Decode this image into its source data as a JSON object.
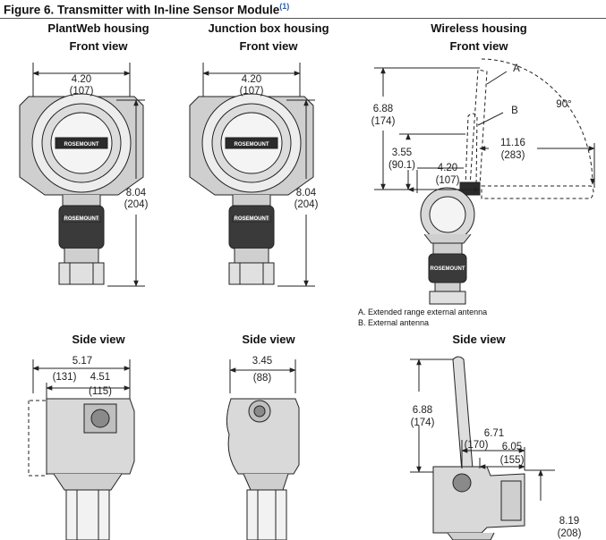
{
  "figure": {
    "title": "Figure 6. Transmitter with In-line Sensor Module",
    "footnote_ref": "(1)"
  },
  "columns": [
    {
      "housing": "PlantWeb housing",
      "front": "Front view",
      "side": "Side view"
    },
    {
      "housing": "Junction box housing",
      "front": "Front view",
      "side": "Side view"
    },
    {
      "housing": "Wireless housing",
      "front": "Front view",
      "side": "Side view"
    }
  ],
  "dimensions": {
    "pw_front_width": {
      "in": "4.20",
      "mm": "(107)"
    },
    "pw_front_height": {
      "in": "8.04",
      "mm": "(204)"
    },
    "jb_front_width": {
      "in": "4.20",
      "mm": "(107)"
    },
    "jb_front_height": {
      "in": "8.04",
      "mm": "(204)"
    },
    "wl_front_height_a": {
      "in": "6.88",
      "mm": "(174)"
    },
    "wl_front_height_b": {
      "in": "3.55",
      "mm": "(90.1)"
    },
    "wl_front_width": {
      "in": "4.20",
      "mm": "(107)"
    },
    "wl_front_swing": {
      "in": "11.16",
      "mm": "(283)"
    },
    "wl_angle": "90°",
    "pw_side_total": {
      "in": "5.17",
      "mm": "(131)"
    },
    "pw_side_body": {
      "in": "4.51",
      "mm": "(115)"
    },
    "jb_side_width": {
      "in": "3.45",
      "mm": "(88)"
    },
    "wl_side_antenna": {
      "in": "6.88",
      "mm": "(174)"
    },
    "wl_side_total": {
      "in": "6.71",
      "mm": "(170)"
    },
    "wl_side_body": {
      "in": "6.05",
      "mm": "(155)"
    },
    "wl_side_height": {
      "in": "8.19",
      "mm": "(208)"
    }
  },
  "callouts": {
    "a": "A",
    "b": "B"
  },
  "legend": [
    "A. Extended range external antenna",
    "B. External antenna"
  ],
  "logo_text": "ROSEMOUNT",
  "colors": {
    "stroke": "#222222",
    "body_fill": "#d9d9d9",
    "dark_fill": "#333333",
    "link": "#1f5fbf"
  }
}
